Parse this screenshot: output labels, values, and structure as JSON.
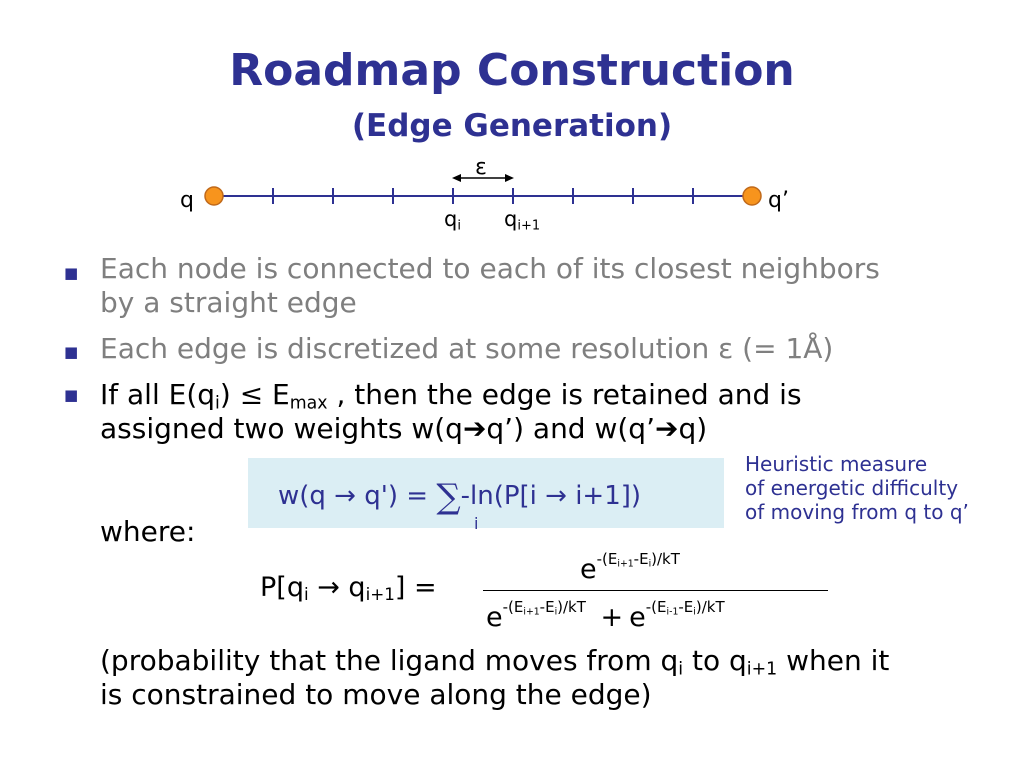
{
  "title": "Roadmap Construction",
  "subtitle": "(Edge Generation)",
  "diagram": {
    "epsilon": "ε",
    "q_left": "q",
    "q_right": "q’",
    "qi_base": "q",
    "qi_sub": "i",
    "qi1_base": "q",
    "qi1_sub": "i+1",
    "colors": {
      "line": "#2e3192",
      "node": "#f7941d",
      "node_stroke": "#c0691a"
    }
  },
  "bullets": {
    "b1_line1": "Each node is connected to each of its closest neighbors",
    "b1_line2": "by a straight edge",
    "b2": "Each edge is discretized at some resolution ε (= 1Å)",
    "b3_a": "If all E(q",
    "b3_sub_i": "i",
    "b3_b": ") ",
    "b3_leq": "≤",
    "b3_c": " E",
    "b3_sub_max": "max",
    "b3_d": " , then the edge is retained and is",
    "b3_line2_a": "assigned two weights w(q",
    "b3_arrow1": "➔",
    "b3_line2_b": "q’) and w(q’",
    "b3_arrow2": "➔",
    "b3_line2_c": "q)"
  },
  "formula": {
    "lhs": "w(q → q') = ",
    "sum": "∑",
    "sum_index": "i",
    "rhs": "-ln(P[i → i+1])"
  },
  "annotation": {
    "line1": "Heuristic measure",
    "line2": "of energetic difficulty",
    "line3": "of moving from q to q’"
  },
  "where_label": "where:",
  "prob": {
    "lhs_a": "P[q",
    "lhs_sub_i": "i",
    "lhs_arrow": " → q",
    "lhs_sub_i1": "i+1",
    "lhs_b": "] =",
    "num_e": "e",
    "num_exp": "-(E",
    "num_exp_sub1": "i+1",
    "num_exp_mid": "-E",
    "num_exp_sub2": "i",
    "num_exp_end": ")/kT",
    "den1_e": "e",
    "den1_exp": "-(E",
    "den1_sub1": "i+1",
    "den1_mid": "-E",
    "den1_sub2": "i",
    "den1_end": ")/kT",
    "plus": "+",
    "den2_e": "e",
    "den2_exp": "-(E",
    "den2_sub1": "i-1",
    "den2_mid": "-E",
    "den2_sub2": "i",
    "den2_end": ")/kT"
  },
  "note": {
    "line1_a": "(probability that the ligand moves from q",
    "line1_sub_i": "i",
    "line1_b": " to q",
    "line1_sub_i1": "i+1",
    "line1_c": " when it",
    "line2": "is constrained to move along the edge)"
  }
}
